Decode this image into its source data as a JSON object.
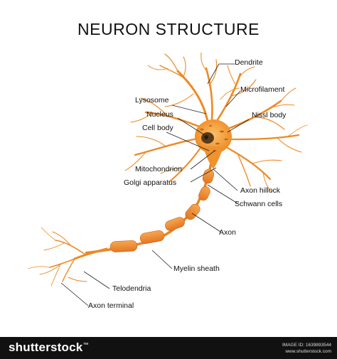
{
  "title": "NEURON STRUCTURE",
  "labels": {
    "dendrite": "Dendrite",
    "microfilament": "Microfilament",
    "lysosome": "Lysosome",
    "nucleus": "Nucleus",
    "nissl_body": "Nissl body",
    "cell_body": "Cell body",
    "mitochondrion": "Mitochondrion",
    "golgi_apparatus": "Golgi apparatus",
    "axon_hillock": "Axon hillock",
    "schwann_cells": "Schwann cells",
    "axon": "Axon",
    "myelin_sheath": "Myelin sheath",
    "telodendria": "Telodendria",
    "axon_terminal": "Axon terminal"
  },
  "footer": {
    "brand": "shutterstock",
    "image_id": "IMAGE ID: 1639893544",
    "site": "www.shutterstock.com"
  },
  "colors": {
    "neuron": "#f08a1f",
    "neuron_light": "#f9b45a",
    "myelin": "#e8802a",
    "nucleus": "#5a3a1c",
    "line": "#222222",
    "footer_bg": "#111111"
  }
}
